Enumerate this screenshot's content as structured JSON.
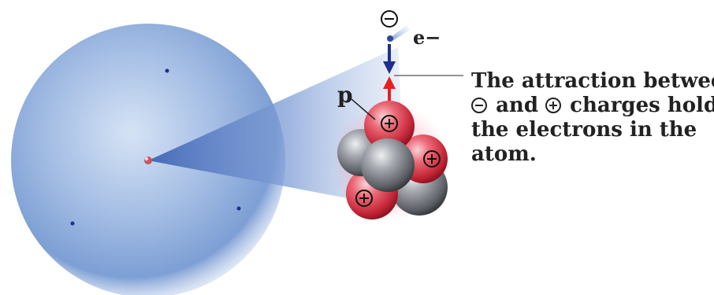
{
  "labels": {
    "proton": "p",
    "electron": "e−"
  },
  "caption": {
    "line1": "The attraction between",
    "line2_mid": "and",
    "line2_end": "charges holds",
    "line3": "the electrons in the",
    "line4": "atom."
  },
  "icons": {
    "negative": "minus-circle-icon",
    "positive": "plus-circle-icon"
  },
  "colors": {
    "electron_cloud": "#8fb0de",
    "electron_arrow": "#1f2f8f",
    "proton_arrow": "#e8201a",
    "proton": "#e0414f",
    "neutron": "#8c8f94"
  }
}
